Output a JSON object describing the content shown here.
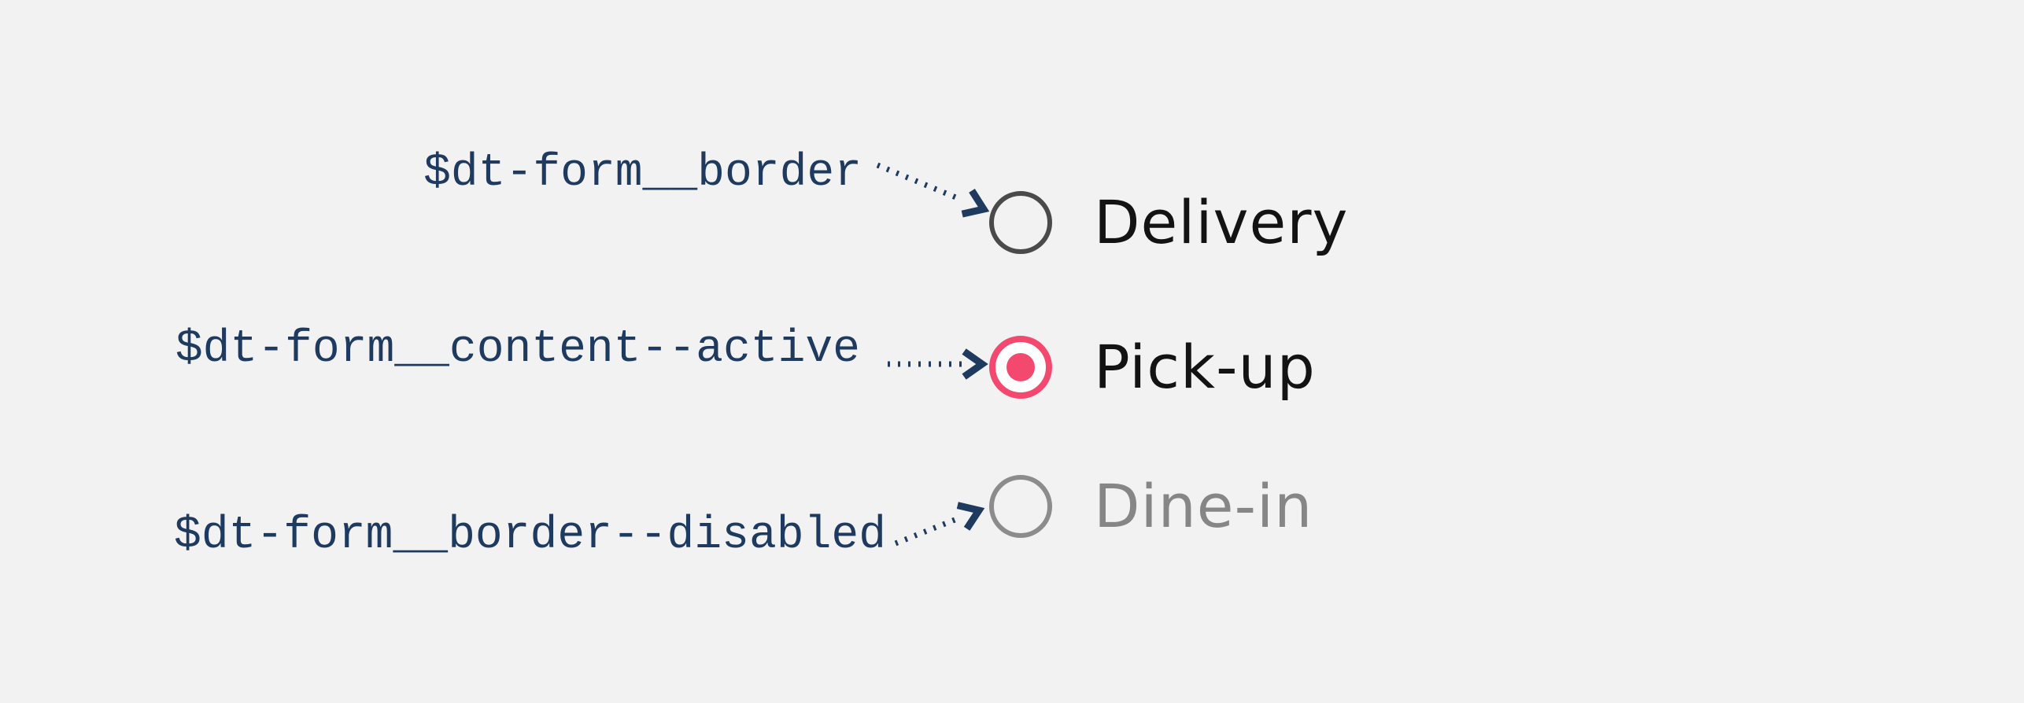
{
  "canvas": {
    "background": "#F2F2F3",
    "description": "Design token annotation diagram for radio button form states"
  },
  "colors": {
    "token_label": "#1F3A5F",
    "arrow": "#1F3A5F",
    "radio_border_default": "#4A4A4A",
    "radio_border_disabled": "#8C8C8C",
    "radio_active": "#F4496F",
    "option_text": "#131313",
    "option_text_disabled": "#868686"
  },
  "annotations": [
    {
      "token": "$dt-form__border",
      "points_to": "Delivery radio border"
    },
    {
      "token": "$dt-form__content--active",
      "points_to": "Pick-up selected radio content"
    },
    {
      "token": "$dt-form__border--disabled",
      "points_to": "Dine-in disabled radio border"
    }
  ],
  "radio_group": {
    "options": [
      {
        "label": "Delivery",
        "state": "default",
        "selected": false
      },
      {
        "label": "Pick-up",
        "state": "active",
        "selected": true
      },
      {
        "label": "Dine-in",
        "state": "disabled",
        "selected": false
      }
    ]
  }
}
